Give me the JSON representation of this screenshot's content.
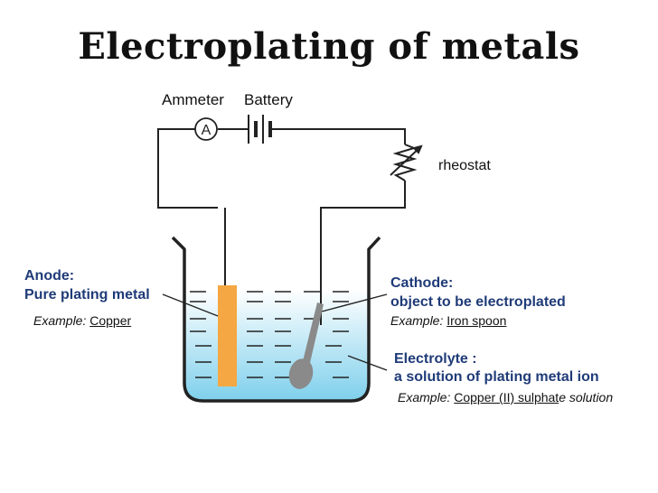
{
  "title": "Electroplating of metals",
  "labels": {
    "ammeter": "Ammeter",
    "battery": "Battery",
    "ammeter_symbol": "A",
    "rheostat": "rheostat",
    "anode_heading": "Anode:",
    "anode_desc": "Pure plating metal",
    "anode_example_prefix": "Example: ",
    "anode_example_value": "Copper",
    "cathode_heading": "Cathode:",
    "cathode_desc": "object to be electroplated",
    "cathode_example_prefix": "Example: ",
    "cathode_example_value": "Iron spoon",
    "electrolyte_heading": "Electrolyte :",
    "electrolyte_desc": "a solution of plating metal ion",
    "electrolyte_example_prefix": "Example: ",
    "electrolyte_example_value_underlined": "Copper (II) sulphat",
    "electrolyte_example_value_rest": "e solution"
  },
  "colors": {
    "label_blue": "#1f3b78",
    "anode_orange": "#f4a742",
    "spoon_gray": "#8a8a8a",
    "solution_top": "#ffffff",
    "solution_bottom": "#7fd0ec",
    "wire": "#222222"
  }
}
